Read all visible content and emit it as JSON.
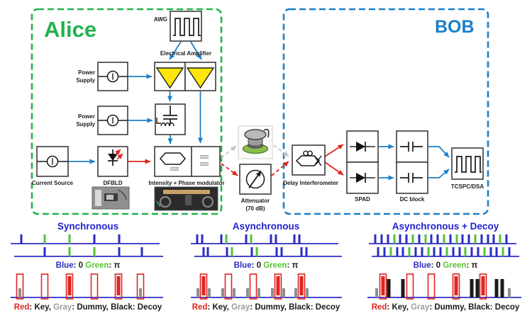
{
  "figure": {
    "alice_label": "Alice",
    "bob_label": "BOB"
  },
  "components": {
    "awg": "AWG",
    "electrical_amplifier": "Electrical Amplifier",
    "power_supply_1a": "Power",
    "power_supply_1b": "Supply",
    "power_supply_2a": "Power",
    "power_supply_2b": "Supply",
    "current_source": "Current Source",
    "dfbld": "DFBLD",
    "modulator": "Intensity + Phase modulator",
    "attenuator_1": "Attenuator",
    "attenuator_2": "(70 dB)",
    "delay_interferometer": "Delay Interferometer",
    "spad": "SPAD",
    "dc_block": "DC block",
    "tcspc": "TCSPC/DSA"
  },
  "colors": {
    "alice_green": "#22b24c",
    "bob_blue": "#1a7fc8",
    "arrow_blue": "#1c7fc8",
    "arrow_red": "#e0241c",
    "amp_yellow": "#ffe60a",
    "pulse_blue": "#2b2bc4",
    "pulse_green": "#58c238",
    "key_red": "#e02420",
    "dummy_gray": "#8f8f8f",
    "decoy_black": "#1a1a1a"
  },
  "legend_phase": [
    {
      "t": "Blue",
      "c": "#2b2bc4"
    },
    {
      "t": ": 0 ",
      "c": "#1a1a1a"
    },
    {
      "t": "Green",
      "c": "#58c238"
    },
    {
      "t": ": π",
      "c": "#1a1a1a"
    }
  ],
  "legend_key": [
    {
      "t": "Red",
      "c": "#e02420"
    },
    {
      "t": ": Key, ",
      "c": "#1a1a1a"
    },
    {
      "t": "Gray",
      "c": "#9c9c9c"
    },
    {
      "t": ": Dummy, ",
      "c": "#1a1a1a"
    },
    {
      "t": "Black",
      "c": "#1a1a1a"
    },
    {
      "t": ": Decoy",
      "c": "#1a1a1a"
    }
  ],
  "panels": [
    {
      "title": "Synchronous",
      "trains": [
        {
          "y": 15,
          "baseline": [
            9,
            219
          ],
          "pulses": [
            [
              24,
              "B"
            ],
            [
              57,
              "G"
            ],
            [
              92,
              "G"
            ],
            [
              127,
              "B"
            ],
            [
              162,
              "B"
            ]
          ]
        },
        {
          "y": 33,
          "baseline": [
            14,
            224
          ],
          "pulses": [
            [
              57,
              "B"
            ],
            [
              92,
              "G"
            ],
            [
              127,
              "G"
            ],
            [
              162,
              "B"
            ],
            [
              194,
              "B"
            ]
          ]
        }
      ],
      "key_baseline": [
        9,
        224
      ],
      "key_items": [
        [
          22,
          "rect-gray"
        ],
        [
          57,
          "rect-empty"
        ],
        [
          92,
          "rect-red"
        ],
        [
          127,
          "rect-empty"
        ],
        [
          161,
          "rect-red"
        ],
        [
          192,
          "rect-gray"
        ]
      ]
    },
    {
      "title": "Asynchronous",
      "trains": [
        {
          "y": 15,
          "baseline": [
            12,
            220
          ],
          "pulses": [
            [
              21,
              "B"
            ],
            [
              28,
              "B"
            ],
            [
              55,
              "B"
            ],
            [
              62,
              "G"
            ],
            [
              90,
              "B"
            ],
            [
              97,
              "G"
            ],
            [
              125,
              "B"
            ],
            [
              132,
              "B"
            ],
            [
              158,
              "B"
            ],
            [
              165,
              "B"
            ]
          ]
        },
        {
          "y": 33,
          "baseline": [
            17,
            225
          ],
          "pulses": [
            [
              30,
              "B"
            ],
            [
              36,
              "B"
            ],
            [
              63,
              "B"
            ],
            [
              70,
              "G"
            ],
            [
              98,
              "B"
            ],
            [
              105,
              "G"
            ],
            [
              133,
              "B"
            ],
            [
              140,
              "B"
            ],
            [
              168,
              "B"
            ],
            [
              175,
              "B"
            ]
          ]
        }
      ],
      "key_baseline": [
        12,
        225
      ],
      "key_items": [
        [
          30,
          "cluster-red"
        ],
        [
          65,
          "cluster-empty"
        ],
        [
          100,
          "cluster-empty"
        ],
        [
          135,
          "cluster-red"
        ],
        [
          168,
          "cluster-red"
        ]
      ]
    },
    {
      "title": "Asynchronous + Decoy",
      "trains": [
        {
          "y": 15,
          "baseline": [
            10,
            218
          ],
          "pulses": [
            [
              19,
              "B"
            ],
            [
              28,
              "B"
            ],
            [
              37,
              "B"
            ],
            [
              46,
              "G"
            ],
            [
              54,
              "B"
            ],
            [
              63,
              "B"
            ],
            [
              72,
              "G"
            ],
            [
              81,
              "B"
            ],
            [
              90,
              "G"
            ],
            [
              98,
              "B"
            ],
            [
              107,
              "B"
            ],
            [
              116,
              "G"
            ],
            [
              125,
              "B"
            ],
            [
              134,
              "G"
            ],
            [
              142,
              "B"
            ],
            [
              151,
              "B"
            ],
            [
              160,
              "G"
            ],
            [
              169,
              "B"
            ],
            [
              178,
              "B"
            ],
            [
              186,
              "B"
            ],
            [
              195,
              "G"
            ],
            [
              204,
              "B"
            ]
          ]
        },
        {
          "y": 33,
          "baseline": [
            14,
            222
          ],
          "pulses": [
            [
              23,
              "B"
            ],
            [
              32,
              "B"
            ],
            [
              41,
              "G"
            ],
            [
              50,
              "B"
            ],
            [
              58,
              "B"
            ],
            [
              67,
              "G"
            ],
            [
              76,
              "B"
            ],
            [
              85,
              "B"
            ],
            [
              94,
              "G"
            ],
            [
              102,
              "B"
            ],
            [
              111,
              "B"
            ],
            [
              120,
              "G"
            ],
            [
              129,
              "B"
            ],
            [
              138,
              "B"
            ],
            [
              146,
              "G"
            ],
            [
              155,
              "B"
            ],
            [
              164,
              "B"
            ],
            [
              173,
              "G"
            ],
            [
              182,
              "B"
            ],
            [
              190,
              "B"
            ],
            [
              199,
              "G"
            ],
            [
              208,
              "B"
            ]
          ]
        }
      ],
      "key_baseline": [
        8,
        225
      ],
      "key_items": [
        [
          21,
          "bar-gray"
        ],
        [
          30,
          "rect-red"
        ],
        [
          38,
          "bar-black"
        ],
        [
          58,
          "bar-black"
        ],
        [
          68,
          "rect-empty"
        ],
        [
          98,
          "rect-empty"
        ],
        [
          133,
          "rect-red"
        ],
        [
          155,
          "bar-black"
        ],
        [
          163,
          "bar-black"
        ],
        [
          171,
          "rect-red"
        ],
        [
          190,
          "bar-black"
        ],
        [
          198,
          "bar-black"
        ],
        [
          208,
          "bar-gray"
        ]
      ]
    }
  ]
}
